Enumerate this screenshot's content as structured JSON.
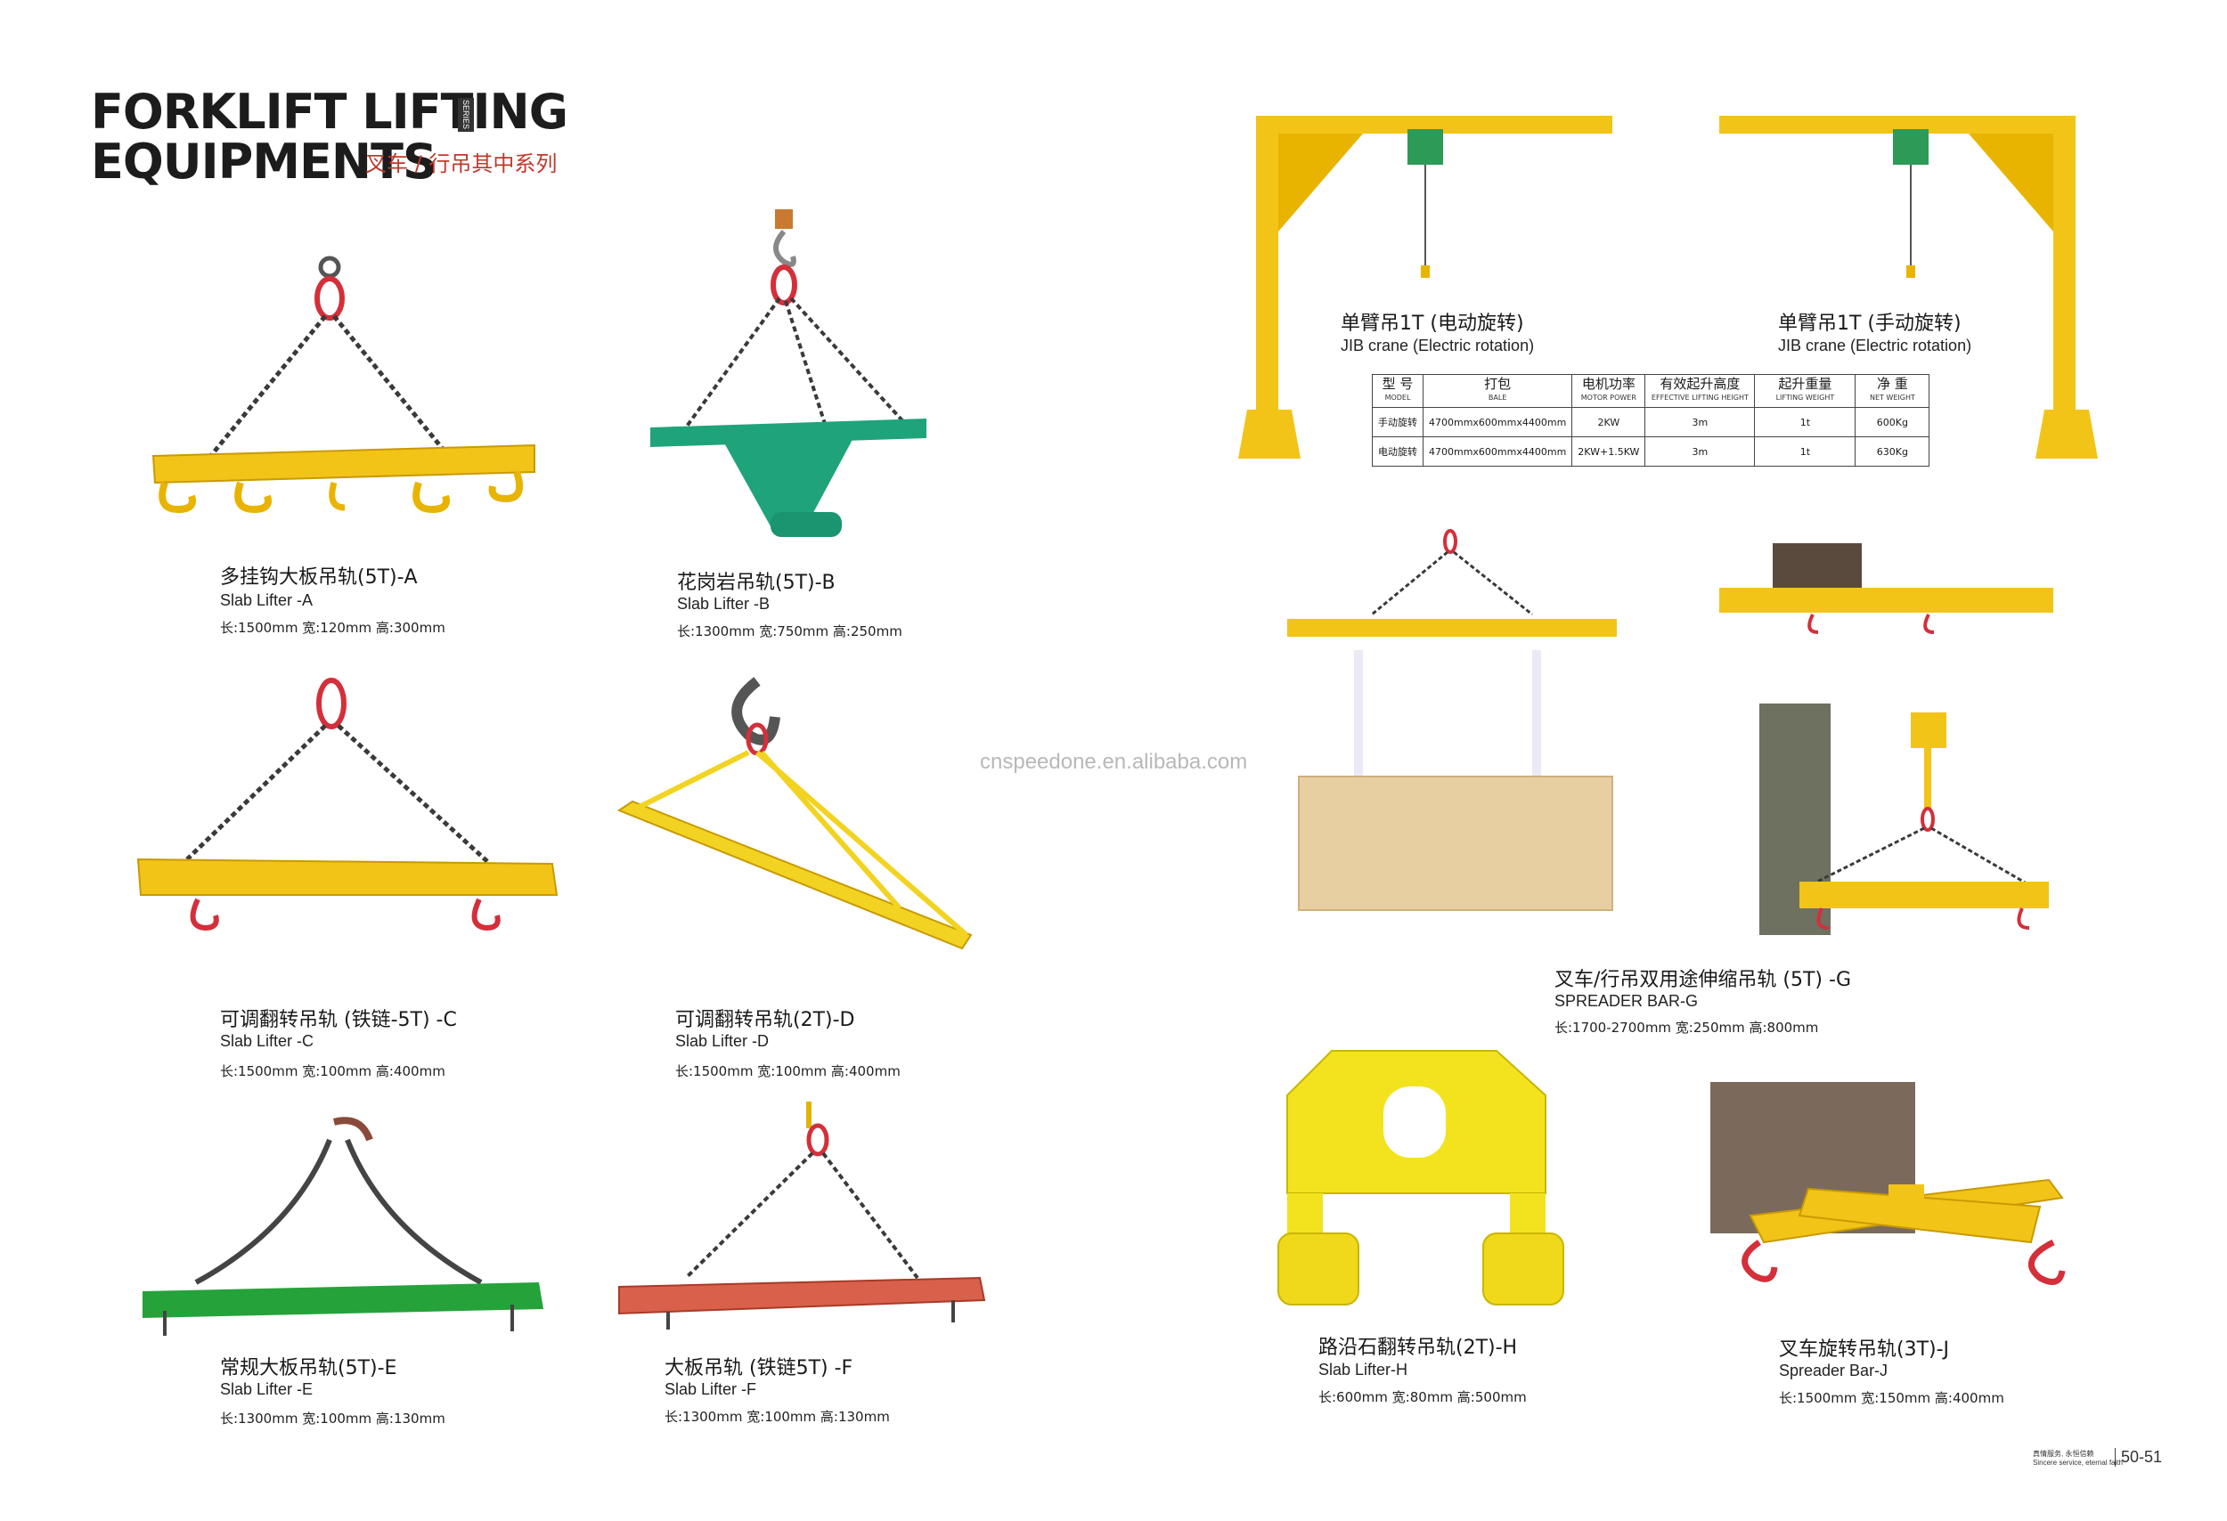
{
  "header": {
    "title_line1": "FORKLIFT LIFTING",
    "title_line2": "EQUIPMENTS",
    "series_tag": "SERIES",
    "subtitle_cn": "叉车 / 行吊其中系列"
  },
  "watermark": "cnspeedone.en.alibaba.com",
  "products": [
    {
      "cn": "多挂钩大板吊轨(5T)-A",
      "en": "Slab Lifter -A",
      "dims": "长:1500mm  宽:120mm  高:300mm"
    },
    {
      "cn": "花岗岩吊轨(5T)-B",
      "en": "Slab Lifter -B",
      "dims": "长:1300mm  宽:750mm  高:250mm"
    },
    {
      "cn": "可调翻转吊轨 (铁链-5T) -C",
      "en": "Slab Lifter -C",
      "dims": "长:1500mm  宽:100mm  高:400mm"
    },
    {
      "cn": "可调翻转吊轨(2T)-D",
      "en": "Slab Lifter -D",
      "dims": "长:1500mm  宽:100mm  高:400mm"
    },
    {
      "cn": "常规大板吊轨(5T)-E",
      "en": "Slab Lifter -E",
      "dims": "长:1300mm  宽:100mm  高:130mm"
    },
    {
      "cn": "大板吊轨 (铁链5T) -F",
      "en": "Slab Lifter -F",
      "dims": "长:1300mm  宽:100mm  高:130mm"
    },
    {
      "cn": "叉车/行吊双用途伸缩吊轨 (5T) -G",
      "en": "SPREADER BAR-G",
      "dims": "长:1700-2700mm  宽:250mm  高:800mm"
    },
    {
      "cn": "路沿石翻转吊轨(2T)-H",
      "en": "Slab Lifter-H",
      "dims": "长:600mm  宽:80mm  高:500mm"
    },
    {
      "cn": "叉车旋转吊轨(3T)-J",
      "en": "Spreader Bar-J",
      "dims": "长:1500mm  宽:150mm  高:400mm"
    }
  ],
  "jib_cranes": [
    {
      "cn": "单臂吊1T (电动旋转)",
      "en": "JIB crane (Electric rotation)"
    },
    {
      "cn": "单臂吊1T (手动旋转)",
      "en": "JIB crane (Electric rotation)"
    }
  ],
  "spec_table": {
    "headers": [
      {
        "cn": "型 号",
        "en": "MODEL"
      },
      {
        "cn": "打包",
        "en": "BALE"
      },
      {
        "cn": "电机功率",
        "en": "MOTOR POWER"
      },
      {
        "cn": "有效起升高度",
        "en": "EFFECTIVE LIFTING HEIGHT"
      },
      {
        "cn": "起升重量",
        "en": "LIFTING WEIGHT"
      },
      {
        "cn": "净 重",
        "en": "NET WEIGHT"
      }
    ],
    "rows": [
      [
        "手动旋转",
        "4700mmx600mmx4400mm",
        "2KW",
        "3m",
        "1t",
        "600Kg"
      ],
      [
        "电动旋转",
        "4700mmx600mmx4400mm",
        "2KW+1.5KW",
        "3m",
        "1t",
        "630Kg"
      ]
    ]
  },
  "footer": {
    "cn": "真情服务, 永恒信赖",
    "en": "Sincere service, eternal faith",
    "page": "50-51"
  },
  "colors": {
    "yellow": "#f2c418",
    "green": "#1fa37a",
    "red": "#d63a2f",
    "chain": "#3a3a3a",
    "accent_red": "#c0392b"
  }
}
